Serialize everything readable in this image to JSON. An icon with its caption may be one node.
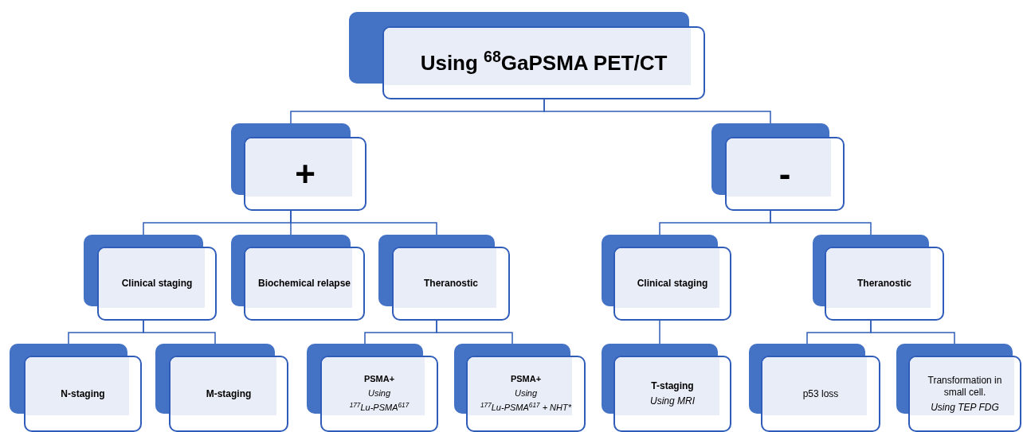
{
  "diagram": {
    "nodes": [
      {
        "text": [
          "Using $^{68}$GaPSMA PET/CT"
        ]
      },
      {
        "text": [
          "+"
        ]
      },
      {
        "text": [
          "-"
        ]
      },
      {
        "text": [
          "Clinical staging"
        ]
      },
      {
        "text": [
          "Biochemical relapse"
        ]
      },
      {
        "text": [
          "Theranostic"
        ]
      },
      {
        "text": [
          "Clinical staging"
        ]
      },
      {
        "text": [
          "Theranostic"
        ]
      },
      {
        "text": [
          "N-staging"
        ]
      },
      {
        "text": [
          "M-staging"
        ]
      },
      {
        "text": [
          "PSMA+",
          "Using",
          "$^{177}$Lu-PSMA$^{617}$"
        ]
      },
      {
        "text": [
          "PSMA+",
          "Using",
          "$^{177}$Lu-PSMA$^{617}$ + NHT*"
        ]
      },
      {
        "text": [
          "T-staging",
          "Using MRI"
        ]
      },
      {
        "text": [
          "p53 loss"
        ]
      },
      {
        "text": [
          "Transformation in small cell.",
          "Using TEP FDG"
        ]
      }
    ],
    "edges": [
      {
        "from": 0,
        "to": 1,
        "arrow": "none"
      },
      {
        "from": 0,
        "to": 2,
        "arrow": "none"
      },
      {
        "from": 1,
        "to": 3,
        "arrow": "none"
      },
      {
        "from": 1,
        "to": 4,
        "arrow": "none"
      },
      {
        "from": 1,
        "to": 5,
        "arrow": "none"
      },
      {
        "from": 2,
        "to": 6,
        "arrow": "none"
      },
      {
        "from": 2,
        "to": 7,
        "arrow": "none"
      },
      {
        "from": 3,
        "to": 8,
        "arrow": "none"
      },
      {
        "from": 3,
        "to": 9,
        "arrow": "none"
      },
      {
        "from": 5,
        "to": 10,
        "arrow": "none"
      },
      {
        "from": 5,
        "to": 11,
        "arrow": "none"
      },
      {
        "from": 6,
        "to": 12,
        "arrow": "none"
      },
      {
        "from": 7,
        "to": 13,
        "arrow": "none"
      },
      {
        "from": 7,
        "to": 14,
        "arrow": "none"
      }
    ]
  }
}
